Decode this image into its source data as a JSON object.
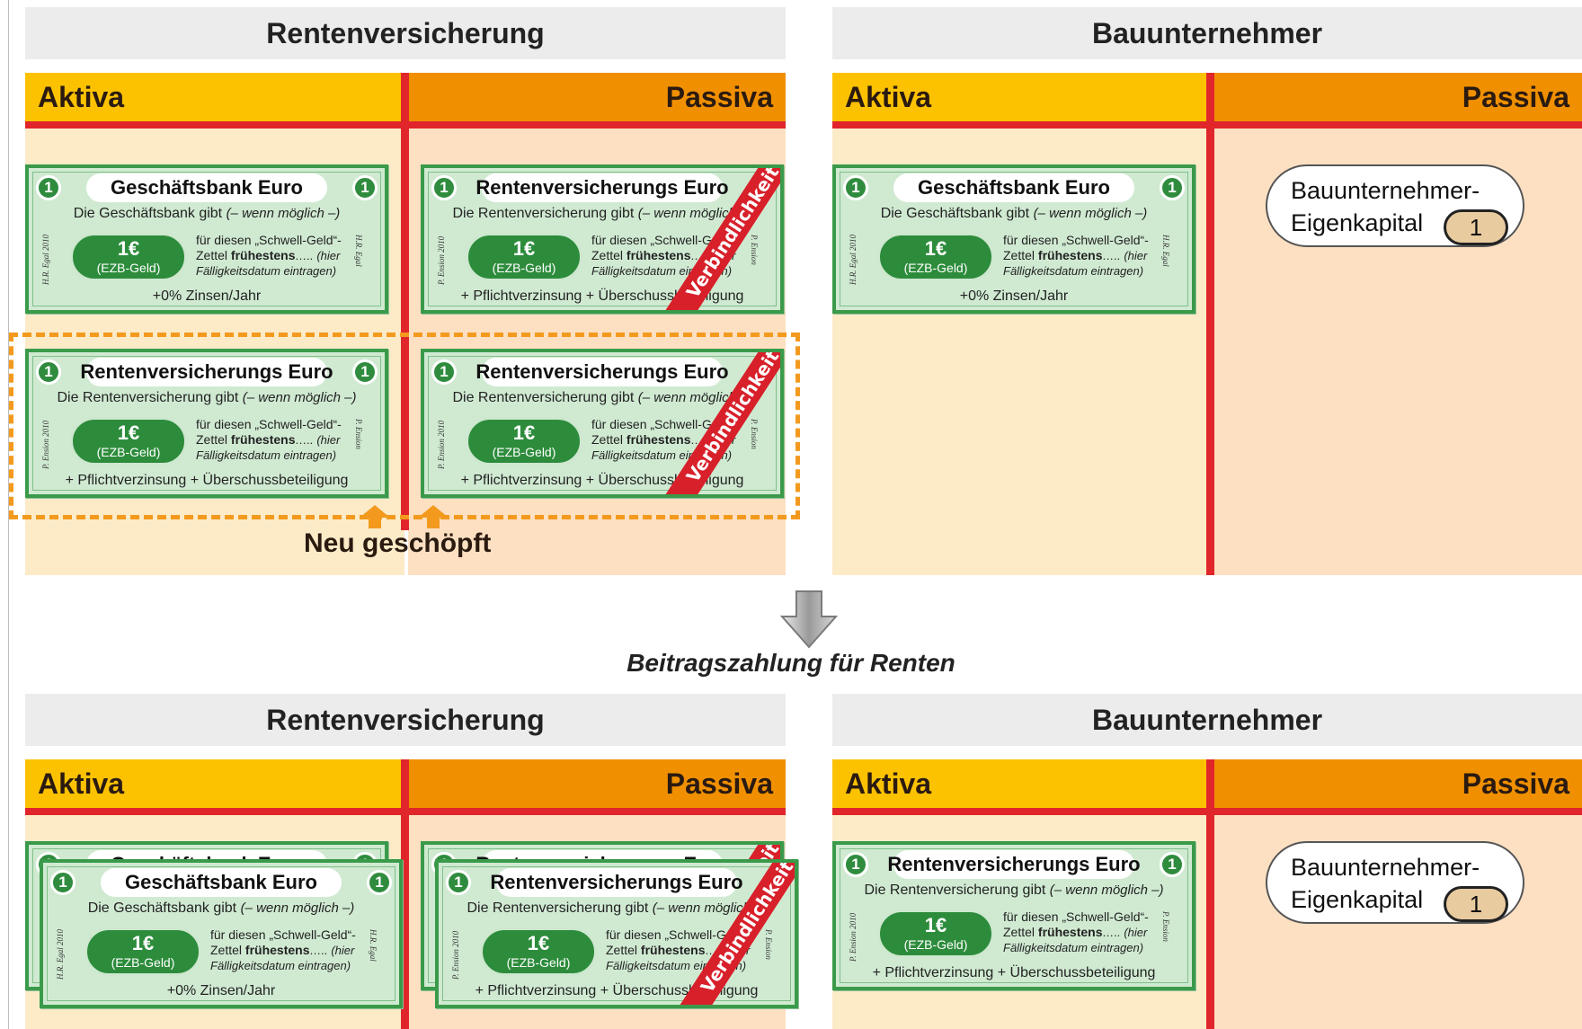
{
  "top": {
    "rente_title": "Rentenversicherung",
    "bau_title": "Bauunternehmer",
    "aktiva": "Aktiva",
    "passiva": "Passiva"
  },
  "bottom": {
    "rente_title": "Rentenversicherung",
    "bau_title": "Bauunternehmer",
    "aktiva": "Aktiva",
    "passiva": "Passiva"
  },
  "gb_card": {
    "coin": "1",
    "title": "Geschäftsbank Euro",
    "line1_pre": "Die Geschäftsbank gibt",
    "line1_it": "(– wenn möglich –)",
    "amount": "1€",
    "ezb": "(EZB-Geld)",
    "text_a": "für diesen „Schwell-Geld“-",
    "text_b_pre": "Zettel ",
    "text_b_bold": "frühestens",
    "text_b_post": "….. (hier",
    "text_c": "Fälligkeitsdatum eintragen)",
    "line3": "+0% Zinsen/Jahr",
    "sig_left": "H.R. Egal 2010",
    "sig_right": "H.R. Egal"
  },
  "rv_card": {
    "coin": "1",
    "title": "Rentenversicherungs Euro",
    "line1_pre": "Die Rentenversicherung gibt",
    "line1_it": "(– wenn möglich –)",
    "amount": "1€",
    "ezb": "(EZB-Geld)",
    "text_a": "für diesen „Schwell-Geld“-",
    "text_b_pre": "Zettel ",
    "text_b_bold": "frühestens",
    "text_b_post": "….. (hier",
    "text_c": "Fälligkeitsdatum eintragen)",
    "line3": "+ Pflichtverzinsung  + Überschussbeteiligung",
    "sig_left": "P. Ension 2010",
    "sig_right": "P. Ension"
  },
  "stamp": "Verbindlichkeit",
  "neu_label": "Neu geschöpft",
  "caption": "Beitragszahlung für Renten",
  "equity": {
    "line1": "Bauunternehmer-",
    "line2": "Eigenkapital",
    "value": "1"
  },
  "colors": {
    "aktiva_header": "#fcc200",
    "passiva_header": "#f09000",
    "divider_red": "#e0262b",
    "aktiva_body": "#fdebc8",
    "passiva_body": "#fde0c2",
    "note_green": "#2d8c3c",
    "dash_orange": "#f39a1e"
  }
}
